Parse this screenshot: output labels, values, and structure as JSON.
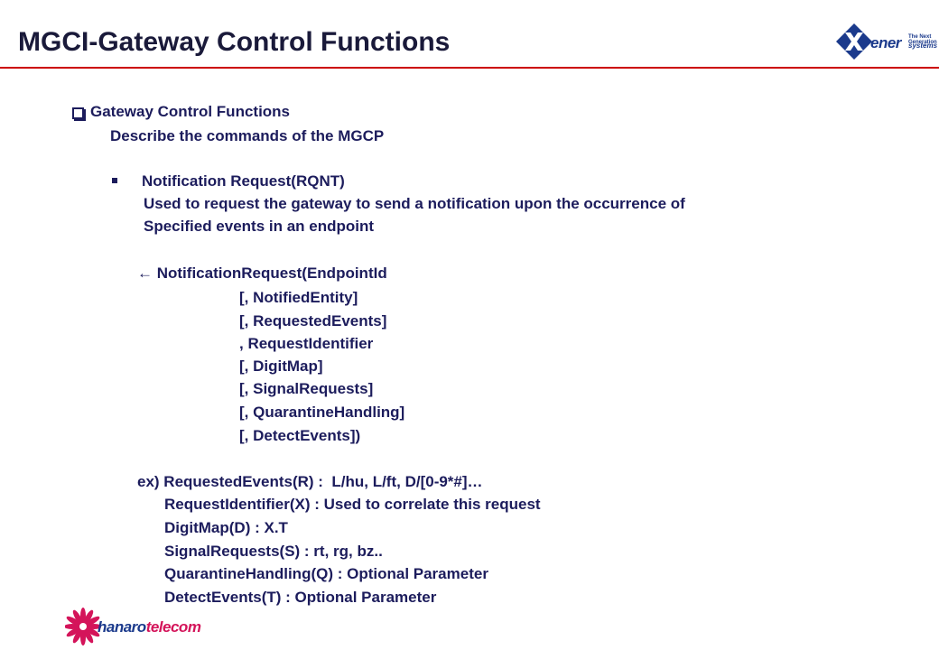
{
  "slide": {
    "title": "MGCI-Gateway Control Functions"
  },
  "logos": {
    "top_right": {
      "text": "ener",
      "sub1": "The Next Generation",
      "sub2": "systems",
      "color": "#1b3a8c"
    },
    "bottom_left": {
      "text_main": "hanaro",
      "text_accent": "telecom",
      "accent_color": "#d4145a",
      "flower_color": "#d4145a"
    }
  },
  "content": {
    "section_heading": "Gateway Control Functions",
    "section_desc": "Describe the commands of the MGCP",
    "command": {
      "name": "Notification Request(RQNT)",
      "desc_line1": "Used to request the gateway to send a notification upon the occurrence of",
      "desc_line2": "Specified events in an endpoint"
    },
    "signature": {
      "arrow": "←",
      "head": "NotificationRequest(EndpointId",
      "params": [
        "[, NotifiedEntity]",
        "[, RequestedEvents]",
        ", RequestIdentifier",
        "[, DigitMap]",
        "[, SignalRequests]",
        "[, QuarantineHandling]",
        "[, DetectEvents])"
      ]
    },
    "example": {
      "first": "ex) RequestedEvents(R) :  L/hu, L/ft, D/[0-9*#]…",
      "lines": [
        "RequestIdentifier(X) : Used to correlate this request",
        "DigitMap(D) : X.T",
        "SignalRequests(S) : rt, rg, bz..",
        "QuarantineHandling(Q) : Optional Parameter",
        "DetectEvents(T) : Optional Parameter"
      ]
    }
  },
  "colors": {
    "text": "#1c1c5c",
    "title": "#1a1a3a",
    "rule": "#cc0000"
  }
}
